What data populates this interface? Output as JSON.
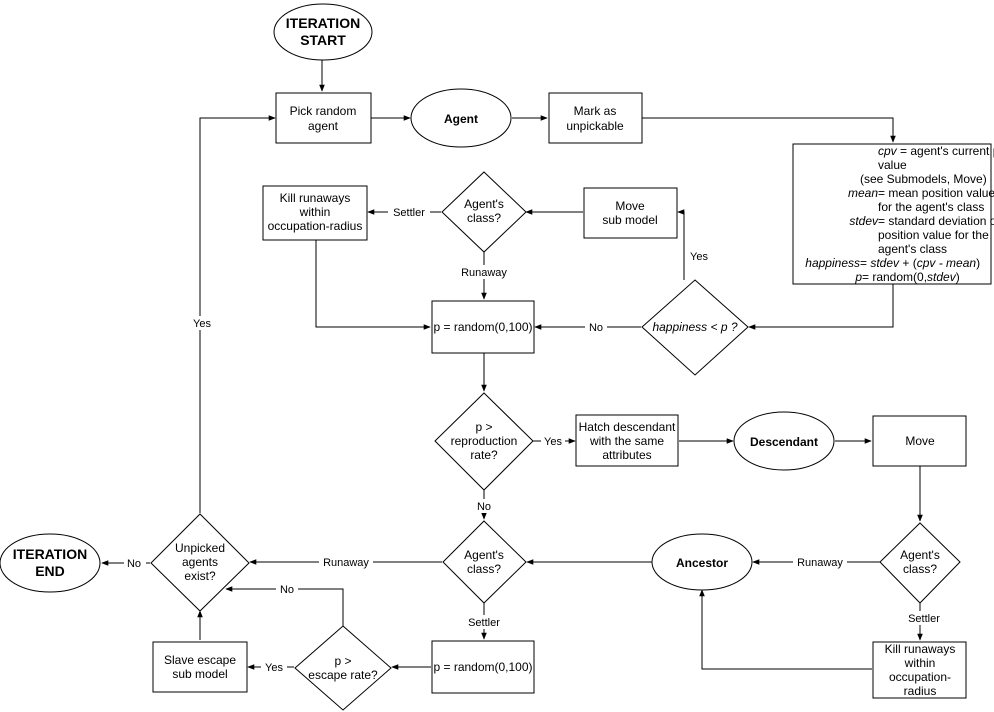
{
  "nodes": {
    "iteration_start": [
      "ITERATION",
      "START"
    ],
    "pick_random_agent": [
      "Pick random",
      "agent"
    ],
    "agent": "Agent",
    "mark_unpickable": [
      "Mark as",
      "unpickable"
    ],
    "info_box": [
      {
        "italic": "cpv",
        "rest": " = agent's current position"
      },
      {
        "italic": "",
        "rest": "value"
      },
      {
        "italic": "",
        "rest": "(see Submodels, Move)"
      },
      {
        "italic": "mean",
        "rest": " = mean position value"
      },
      {
        "italic": "",
        "rest": "for the agent's class"
      },
      {
        "italic": "stdev",
        "rest": " = standard deviation of"
      },
      {
        "italic": "",
        "rest": "position value for the"
      },
      {
        "italic": "",
        "rest": "agent's class"
      },
      {
        "italic": "happiness",
        "rest": " = stdev + (cpv - mean)"
      },
      {
        "italic": "p",
        "rest": " = random(0,stdev)"
      }
    ],
    "kill_runaways_1": [
      "Kill runaways",
      "within",
      "occupation-radius"
    ],
    "agents_class_1": [
      "Agent's",
      "class?"
    ],
    "move_sub_model": [
      "Move",
      "sub model"
    ],
    "happiness_lt_p": "happiness < p ?",
    "p_random_100_top": "p = random(0,100)",
    "p_gt_reproduction": [
      "p >",
      "reproduction",
      "rate?"
    ],
    "hatch_descendant": [
      "Hatch descendant",
      "with the same",
      "attributes"
    ],
    "descendant": "Descendant",
    "move": "Move",
    "agents_class_3": [
      "Agent's",
      "class?"
    ],
    "kill_runaways_2": [
      "Kill runaways",
      "within",
      "occupation-",
      "radius"
    ],
    "ancestor": "Ancestor",
    "agents_class_2": [
      "Agent's",
      "class?"
    ],
    "p_random_100_bottom": "p = random(0,100)",
    "p_gt_escape": [
      "p >",
      "escape rate?"
    ],
    "slave_escape": [
      "Slave escape",
      "sub model"
    ],
    "unpicked_agents": [
      "Unpicked",
      "agents",
      "exist?"
    ],
    "iteration_end": [
      "ITERATION",
      "END"
    ]
  },
  "edge_labels": {
    "settler_1": "Settler",
    "runaway_1": "Runaway",
    "yes_happiness": "Yes",
    "no_happiness": "No",
    "yes_reproduction": "Yes",
    "no_reproduction": "No",
    "runaway_2": "Runaway",
    "settler_2": "Settler",
    "runaway_3": "Runaway",
    "settler_3": "Settler",
    "no_escape": "No",
    "yes_escape": "Yes",
    "yes_unpicked": "Yes",
    "no_unpicked": "No"
  }
}
